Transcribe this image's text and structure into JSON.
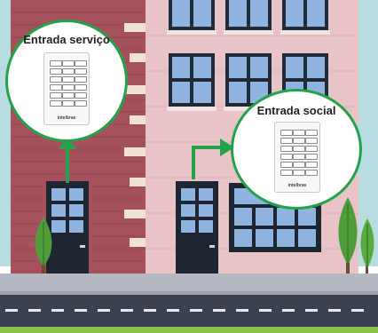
{
  "callouts": {
    "service": {
      "label": "Entrada serviço"
    },
    "social": {
      "label": "Entrada social"
    }
  },
  "device": {
    "brand": "intelbras"
  },
  "colors": {
    "callout_border": "#22a34a",
    "arrow": "#22a34a",
    "left_building": "#a4515c",
    "right_building": "#e8c3c8",
    "sky": "#b7dde3",
    "road": "#3b4150",
    "sidewalk": "#b6b9c4",
    "grass": "#8ac24a"
  },
  "icons": [
    "arrow-up-icon",
    "arrow-turn-right-icon",
    "tree-icon"
  ]
}
